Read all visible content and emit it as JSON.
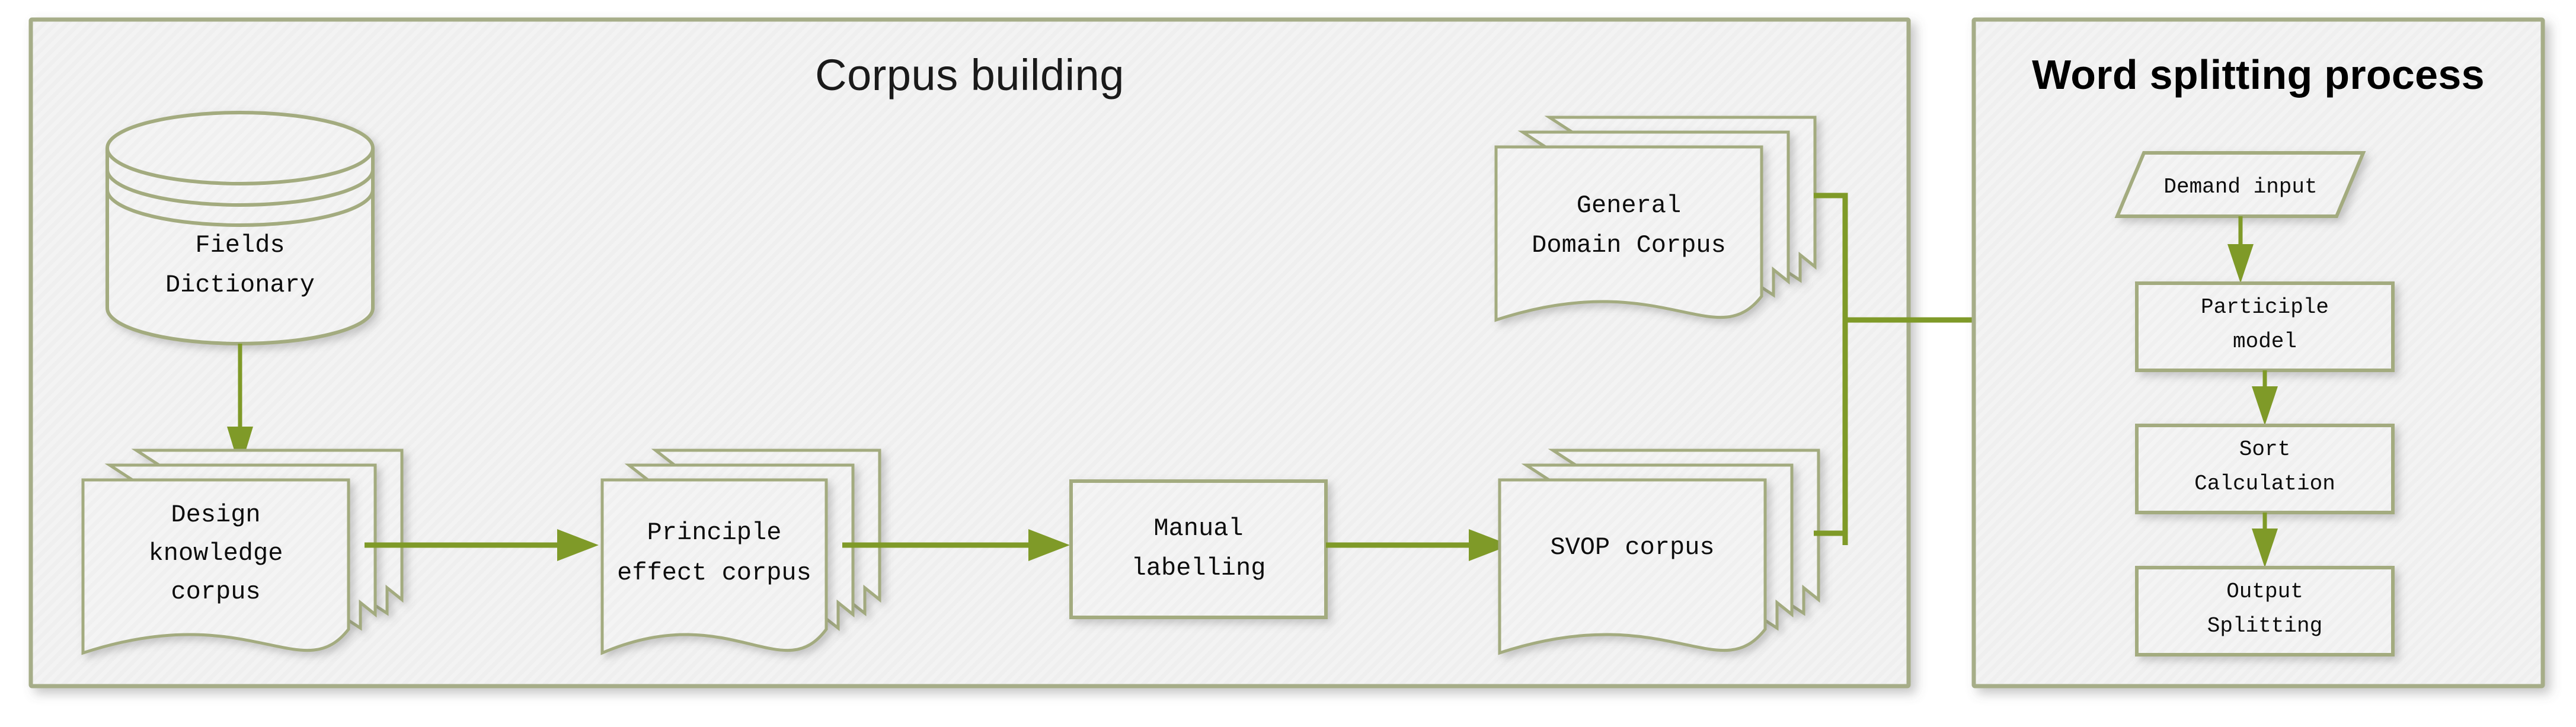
{
  "colors": {
    "panel_border": "#a6ad88",
    "panel_fill": "#efefef",
    "shape_border": "#a3ab7f",
    "shape_fill": "#f0f0f0",
    "arrow": "#7f9a28",
    "text": "#0d0d0d",
    "page_background": "#ffffff"
  },
  "panels": [
    {
      "id": "corpus-building",
      "title": "Corpus building",
      "title_style": "regular"
    },
    {
      "id": "word-splitting",
      "title": "Word splitting process",
      "title_style": "bold"
    }
  ],
  "corpus_building": {
    "title": "Corpus building",
    "nodes": [
      {
        "id": "fields-dictionary",
        "label": "Fields\nDictionary",
        "line1": "Fields",
        "line2": "Dictionary",
        "shape": "database-cylinder"
      },
      {
        "id": "design-knowledge",
        "label": "Design knowledge corpus",
        "line1": "Design",
        "line2": "knowledge",
        "line3": "corpus",
        "shape": "multi-document"
      },
      {
        "id": "principle-effect",
        "label": "Principle effect corpus",
        "line1": "Principle",
        "line2": "effect corpus",
        "shape": "multi-document"
      },
      {
        "id": "manual-labelling",
        "label": "Manual labelling",
        "line1": "Manual",
        "line2": "labelling",
        "shape": "rectangle"
      },
      {
        "id": "svop-corpus",
        "label": "SVOP corpus",
        "line1": "SVOP corpus",
        "shape": "multi-document"
      },
      {
        "id": "general-domain",
        "label": "General Domain Corpus",
        "line1": "General",
        "line2": "Domain Corpus",
        "shape": "multi-document"
      }
    ],
    "edges": [
      {
        "from": "fields-dictionary",
        "to": "design-knowledge",
        "direction": "down"
      },
      {
        "from": "design-knowledge",
        "to": "principle-effect",
        "direction": "right"
      },
      {
        "from": "principle-effect",
        "to": "manual-labelling",
        "direction": "right"
      },
      {
        "from": "manual-labelling",
        "to": "svop-corpus",
        "direction": "right"
      },
      {
        "from": "general-domain",
        "to": "participle-model",
        "direction": "right-merge"
      },
      {
        "from": "svop-corpus",
        "to": "participle-model",
        "direction": "right-merge"
      }
    ]
  },
  "word_splitting": {
    "title": "Word splitting process",
    "nodes": [
      {
        "id": "demand-input",
        "label": "Demand input",
        "line1": "Demand input",
        "shape": "parallelogram"
      },
      {
        "id": "participle-model",
        "label": "Participle model",
        "line1": "Participle",
        "line2": "model",
        "shape": "rectangle"
      },
      {
        "id": "sort-calculation",
        "label": "Sort Calculation",
        "line1": "Sort",
        "line2": "Calculation",
        "shape": "rectangle"
      },
      {
        "id": "output-splitting",
        "label": "Output Splitting",
        "line1": "Output",
        "line2": "Splitting",
        "shape": "rectangle"
      }
    ],
    "edges": [
      {
        "from": "demand-input",
        "to": "participle-model",
        "direction": "down"
      },
      {
        "from": "participle-model",
        "to": "sort-calculation",
        "direction": "down"
      },
      {
        "from": "sort-calculation",
        "to": "output-splitting",
        "direction": "down"
      }
    ]
  }
}
